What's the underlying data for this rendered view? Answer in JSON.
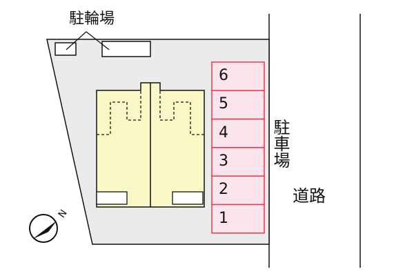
{
  "labels": {
    "bicycle_parking": "駐輪場",
    "parking": "駐車場",
    "road": "道路"
  },
  "parking_spaces": [
    "6",
    "5",
    "4",
    "3",
    "2",
    "1"
  ],
  "compass": {
    "north_letter": "N"
  },
  "colors": {
    "lot": "#ebebeb",
    "building": "#fbf8c8",
    "parking_fill": "#fce4ec",
    "parking_border": "#e8384f",
    "outline": "#111111"
  },
  "icons": [
    "north-arrow-icon"
  ]
}
